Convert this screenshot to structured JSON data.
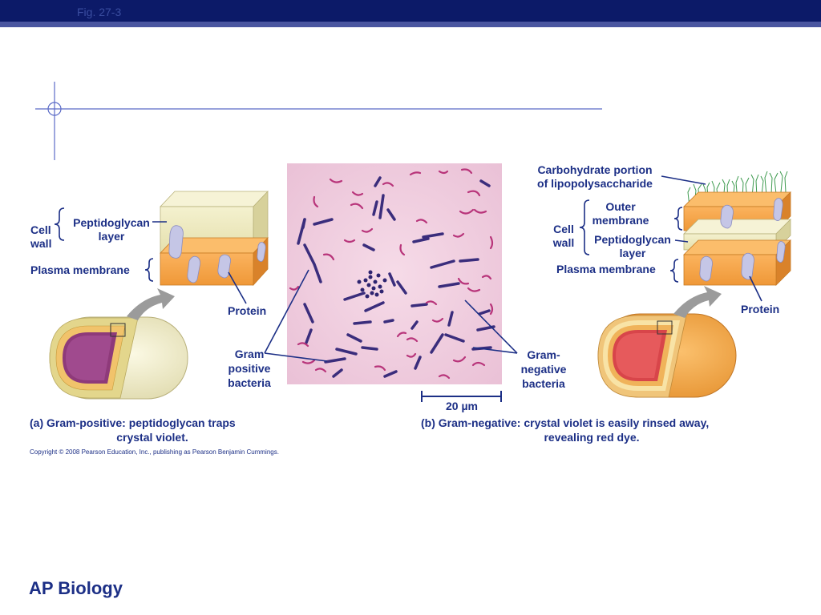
{
  "header": {
    "fig_label": "Fig. 27-3"
  },
  "left_panel": {
    "cell_wall": "Cell\nwall",
    "peptidoglycan": "Peptidoglycan\nlayer",
    "plasma_membrane": "Plasma membrane",
    "protein": "Protein",
    "bacteria_label": "Gram\npositive\nbacteria",
    "caption_line1": "(a)  Gram-positive: peptidoglycan traps",
    "caption_line2": "crystal violet."
  },
  "right_panel": {
    "carbohydrate": "Carbohydrate portion\nof lipopolysaccharide",
    "outer_membrane": "Outer\nmembrane",
    "cell_wall": "Cell\nwall",
    "peptidoglycan": "Peptidoglycan\nlayer",
    "plasma_membrane": "Plasma membrane",
    "protein": "Protein",
    "bacteria_label": "Gram-\nnegative\nbacteria",
    "caption_line1": "(b) Gram-negative: crystal violet is easily rinsed away,",
    "caption_line2": "revealing red dye."
  },
  "micrograph": {
    "scale_bar": "20 µm"
  },
  "copyright": "Copyright © 2008 Pearson Education, Inc., publishing as Pearson Benjamin Cummings.",
  "footer": {
    "course": "AP Biology"
  },
  "colors": {
    "header_bar": "#0c1a68",
    "label_text": "#1c2f86",
    "orange_layer": "#f5a34a",
    "cream_layer": "#eeeac0",
    "micrograph_bg": "#f1cfe0"
  }
}
